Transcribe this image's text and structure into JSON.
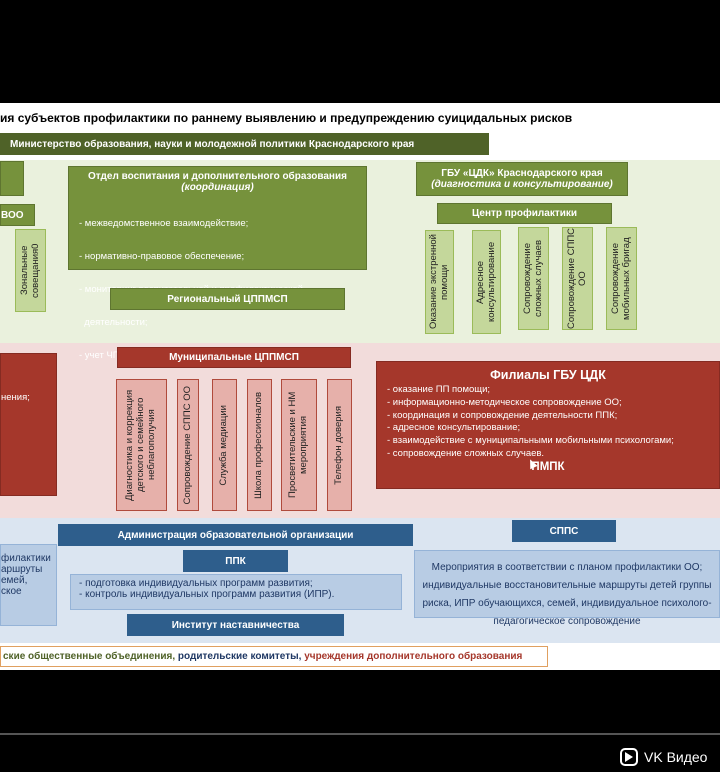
{
  "title": "ия субъектов профилактики по раннему выявлению и предупреждению суицидальных рисков",
  "ministry": "Министерство образования, науки и молодежной политики Краснодарского края",
  "otdel": {
    "title": "Отдел воспитания и дополнительного образования",
    "subtitle": "(координация)",
    "items": [
      "- межведомственное взаимодействие;",
      "- нормативно-правовое обеспечение;",
      "- мониторинг воспитательной и профилактической",
      "  деятельности;",
      "- учет ЧП с несовершеннолетними"
    ]
  },
  "left_box_label": "ВОО",
  "zonal": "Зональные совещания0",
  "regional_cppmsp": "Региональный ЦППМСП",
  "gbu": {
    "title": "ГБУ «ЦДК» Краснодарского края",
    "subtitle": "(диагностика и консультирование)"
  },
  "center": "Центр профилактики",
  "center_columns": [
    "Оказание экстренной помощи",
    "Адресное консультирование",
    "Сопровождение сложных случаев",
    "Сопровождение СППС ОО",
    "Сопровождение мобильных бригад"
  ],
  "municipal": "Муниципальные ЦППМСП",
  "municipal_columns": [
    "Диагностика и коррекция детского и семейного неблагополучия",
    "Сопровождение СППС ОО",
    "Служба медиации",
    "Школа профессионалов",
    "Просветительские и НМ мероприятия",
    "Телефон доверия"
  ],
  "left_red_text": "нения;",
  "filials": {
    "title": "Филиалы ГБУ ЦДК",
    "items": [
      "- оказание ПП помощи;",
      "- информационно-методическое сопровождение ОО;",
      "- координация и сопровождение деятельности ППК;",
      "- адресное консультирование;",
      "- взаимодействие с муниципальными мобильными психологами;",
      "- сопровождение сложных случаев."
    ],
    "pmpk": "ПМПК"
  },
  "admin": "Администрация образовательной организации",
  "ppk": "ППК",
  "ppk_items": [
    "- подготовка индивидуальных программ развития;",
    "- контроль индивидуальных программ развития (ИПР)."
  ],
  "institute": "Институт наставничества",
  "spps": "СППС",
  "spps_text": "Мероприятия в соответствии с планом профилактики ОО; индивидуальные восстановительные маршруты детей группы риска, ИПР обучающихся, семей, индивидуальное психолого-педагогическое сопровождение",
  "left_blue_lines": [
    "филактики",
    "аршруты",
    "емей,",
    "ское"
  ],
  "footer": {
    "part1": "ские общественные объединения, ",
    "part2": "родительские  комитеты, ",
    "part3": "учреждения дополнительного образования"
  },
  "watermark": "VK Видео",
  "colors": {
    "green": "#76923c",
    "red": "#a5372b",
    "blue": "#2e5e8c",
    "pink": "#e6b0aa",
    "band_green": "#eaf1dd",
    "band_pink": "#f2dcdb",
    "band_blue": "#dbe5f1"
  }
}
